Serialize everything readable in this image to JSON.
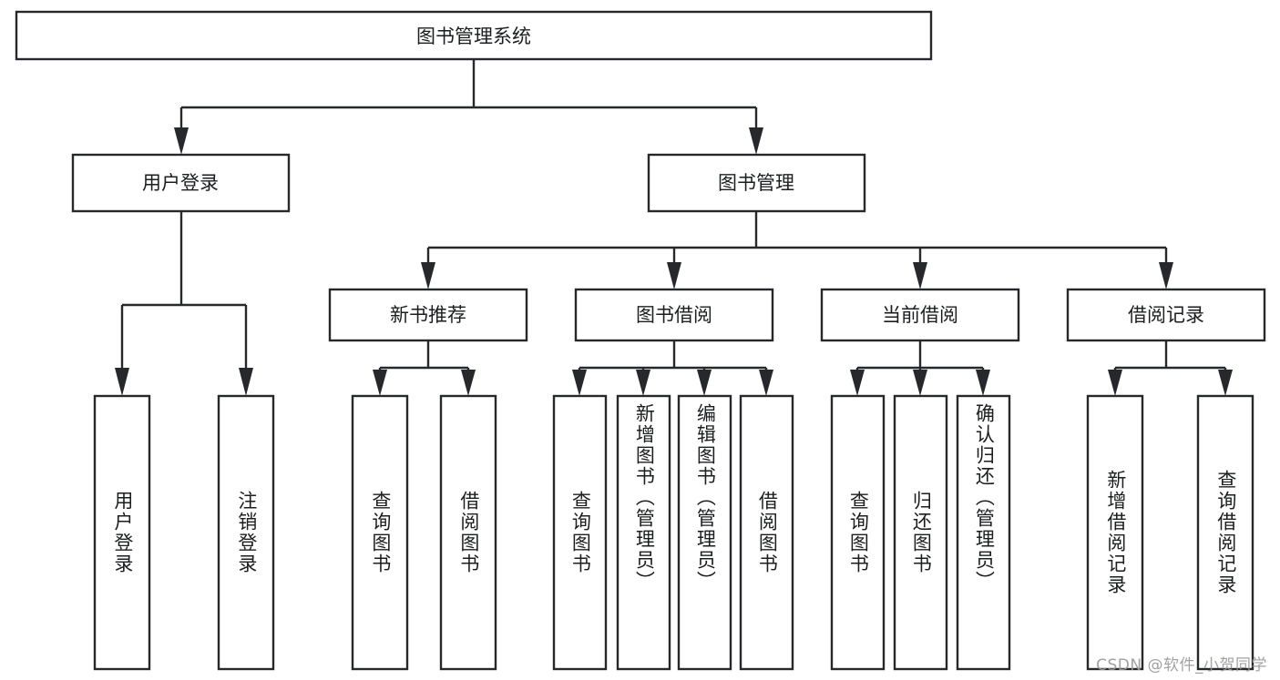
{
  "diagram": {
    "type": "tree",
    "title": "图书管理系统",
    "orientation": "top-down",
    "colors": {
      "stroke": "#26282b",
      "box_fill": "#ffffff",
      "text": "#1b1d1f",
      "background": "#ffffff",
      "watermark": "#9a9a9a"
    },
    "root": {
      "label": "图书管理系统"
    },
    "level2": {
      "user_login": {
        "label": "用户登录"
      },
      "book_manage": {
        "label": "图书管理"
      }
    },
    "level3": {
      "new_book_recommend": {
        "label": "新书推荐"
      },
      "book_borrow": {
        "label": "图书借阅"
      },
      "current_borrow": {
        "label": "当前借阅"
      },
      "borrow_record": {
        "label": "借阅记录"
      }
    },
    "leaves": {
      "user_login_children": [
        {
          "label": "用户登录"
        },
        {
          "label": "注销登录"
        }
      ],
      "new_book_recommend_children": [
        {
          "label": "查询图书"
        },
        {
          "label": "借阅图书"
        }
      ],
      "book_borrow_children": [
        {
          "label": "查询图书"
        },
        {
          "label": "新增图书（管理员）"
        },
        {
          "label": "编辑图书（管理员）"
        },
        {
          "label": "借阅图书"
        }
      ],
      "current_borrow_children": [
        {
          "label": "查询图书"
        },
        {
          "label": "归还图书"
        },
        {
          "label": "确认归还（管理员）"
        }
      ],
      "borrow_record_children": [
        {
          "label": "新增借阅记录"
        },
        {
          "label": "查询借阅记录"
        }
      ]
    }
  },
  "watermark": {
    "text": "CSDN @软件_小贺同学"
  }
}
